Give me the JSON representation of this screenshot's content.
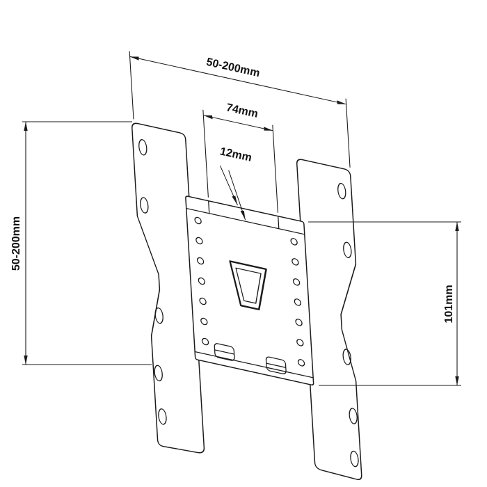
{
  "diagram": {
    "type": "technical-drawing",
    "subject": "TV wall mount bracket with VESA plate, oblique view with dimensions",
    "background": "#ffffff",
    "line_color": "#1a1a1a",
    "labels": {
      "top_width": "50-200mm",
      "hook_spacing": "74mm",
      "slot_depth": "12mm",
      "side_height": "50-200mm",
      "plate_height": "101mm"
    }
  }
}
